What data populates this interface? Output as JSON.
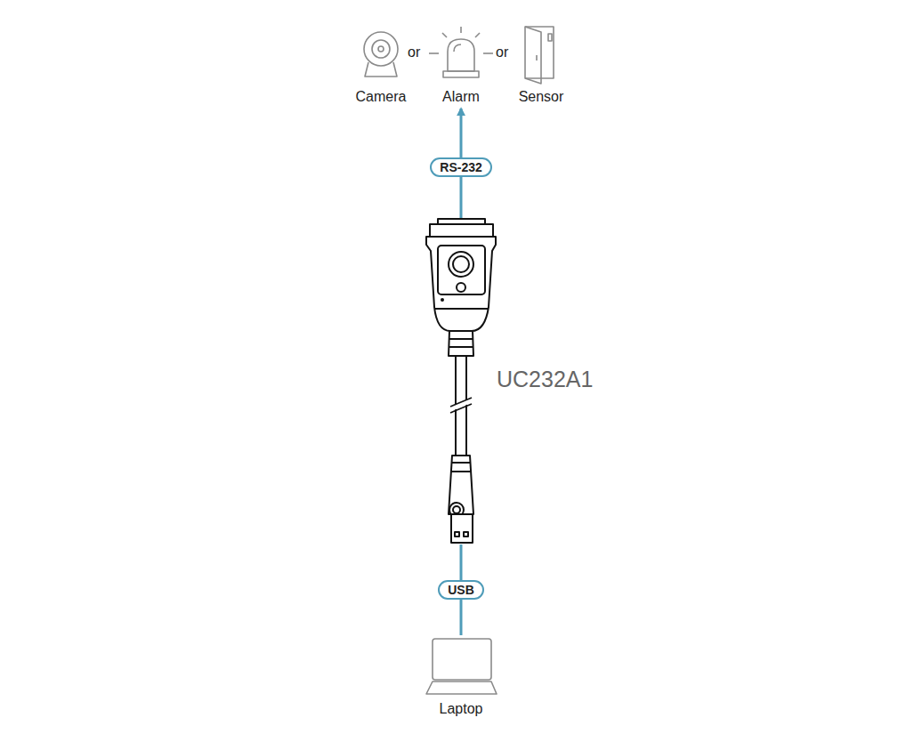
{
  "diagram": {
    "nodes": [
      {
        "text": [
          "Camera"
        ]
      },
      {
        "text": [
          "Alarm"
        ]
      },
      {
        "text": [
          "Sensor"
        ]
      },
      {
        "text": [
          "UC232A1"
        ]
      },
      {
        "text": [
          "Laptop"
        ]
      }
    ],
    "edges": [
      {
        "from": 3,
        "to": 1,
        "arrow": "to",
        "label": "RS-232"
      },
      {
        "from": 3,
        "to": 4,
        "arrow": "none",
        "label": "USB"
      }
    ],
    "labels": [
      "or",
      "or"
    ]
  }
}
